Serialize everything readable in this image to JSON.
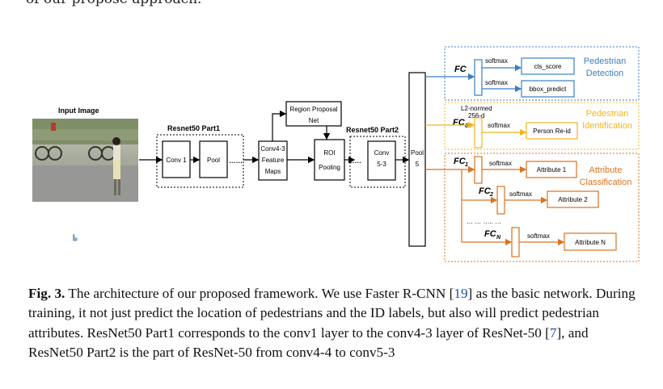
{
  "top_fragment": "of our propose approach.",
  "diagram": {
    "input_label": "Input   Image",
    "part1_label": "Resnet50   Part1",
    "conv1": "Conv 1",
    "pool": "Pool",
    "dots_1": "……",
    "conv43_lines": [
      "Conv4-3",
      "Feature",
      "Maps"
    ],
    "rpn_lines": [
      "Region Proposal",
      "Net"
    ],
    "roi_lines": [
      "ROI",
      "Pooling"
    ],
    "part2_label": "Resnet50   Part2",
    "dots_2": "……",
    "conv53_lines": [
      "Conv",
      "5-3"
    ],
    "pool5_lines": [
      "Pool",
      "5"
    ],
    "branches": {
      "detection": {
        "fc": "FC",
        "softmax_1": "softmax",
        "softmax_2": "softmax",
        "out_1": "cls_score",
        "out_2": "bbox_predict",
        "title": [
          "Pedestrian",
          "Detection"
        ],
        "color": "#3a7fc1"
      },
      "identification": {
        "fc": "FC",
        "fc_sub": "0",
        "note": [
          "L2-normed",
          "256-d"
        ],
        "softmax": "softmax",
        "out": "Person Re-id",
        "title": [
          "Pedestrian",
          "Identification"
        ],
        "color": "#f2b51d"
      },
      "attributes": {
        "fc": "FC",
        "fc1_sub": "1",
        "fc2_sub": "2",
        "fcN_sub": "N",
        "softmax_1": "softmax",
        "softmax_2": "softmax",
        "softmax_N": "softmax",
        "out_1": "Attribute 1",
        "out_2": "Attribute 2",
        "out_N": "Attribute N",
        "dots": "… … ….. …",
        "title": [
          "Attribute",
          "Classification"
        ],
        "color": "#d9731f"
      }
    },
    "arrow_color": "#000000"
  },
  "caption": {
    "fig_label": "Fig. 3.",
    "part_a": " The architecture of our proposed framework. We use Faster R-CNN [",
    "ref_1": "19",
    "part_b": "] as the basic network. During training, it not just predict the location of pedestrians and the ID labels, but also will predict pedestrian attributes. ResNet50 Part1 corresponds to the conv1 layer to the conv4-3 layer of ResNet-50 [",
    "ref_2": "7",
    "part_c": "], and ResNet50 Part2 is the part of ResNet-50 from conv4-4 to conv5-3"
  }
}
